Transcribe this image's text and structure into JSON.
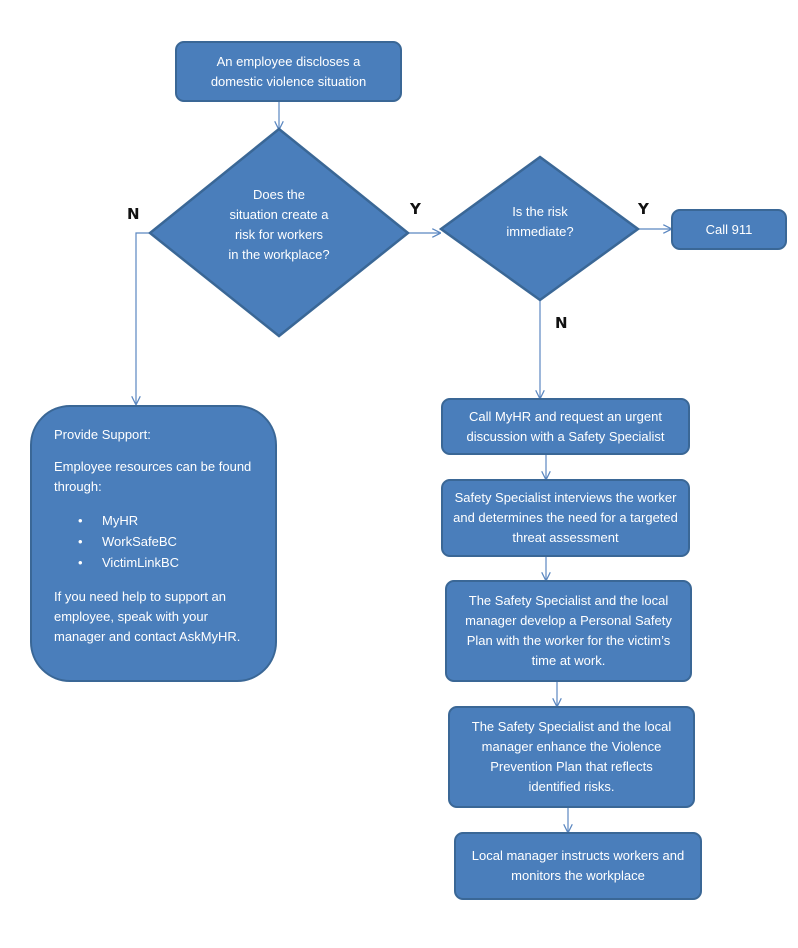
{
  "colors": {
    "fill": "#4a7ebb",
    "border": "#3a6796",
    "connector": "#5b87c0"
  },
  "start": {
    "line1": "An employee discloses a",
    "line2": "domestic violence situation"
  },
  "decision1": {
    "line1": "Does the",
    "line2": "situation create a",
    "line3": "risk for workers",
    "line4": "in the workplace?"
  },
  "decision2": {
    "line1": "Is the risk",
    "line2": "immediate?"
  },
  "labels": {
    "d1_no": "N",
    "d1_yes": "Y",
    "d2_yes": "Y",
    "d2_no": "N"
  },
  "call911": "Call 911",
  "support": {
    "title": "Provide Support:",
    "intro": "Employee resources can be found through:",
    "bullet": "•",
    "resources": [
      "MyHR",
      "WorkSafeBC",
      "VictimLinkBC"
    ],
    "closing": "If you need help to support an employee, speak with your manager and contact AskMyHR."
  },
  "steps": [
    "Call MyHR and request an urgent discussion with a Safety Specialist",
    "Safety Specialist interviews the worker and determines the need for a targeted threat assessment",
    "The Safety Specialist and the local manager develop a Personal Safety Plan with the worker for the victim’s time at work.",
    "The Safety Specialist and the local manager enhance the Violence Prevention Plan that reflects identified risks.",
    "Local manager instructs workers and monitors the workplace"
  ]
}
